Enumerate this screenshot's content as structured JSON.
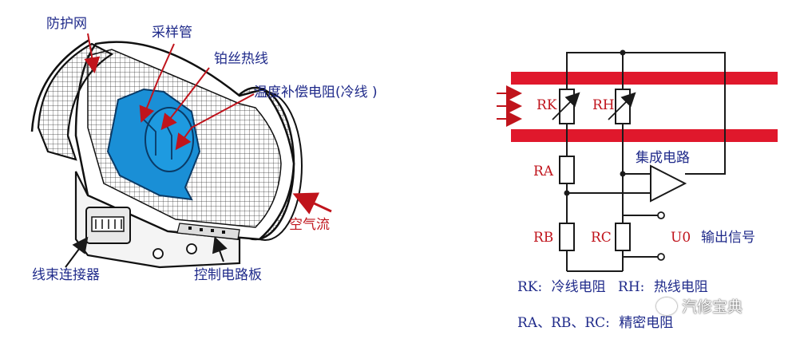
{
  "colors": {
    "label_blue": "#1f2a8a",
    "formula_red": "#c0141c",
    "pipe_red": "#e0182c",
    "sensor_blue": "#1a8fd6",
    "line_dark": "#1a1a1a"
  },
  "left": {
    "labels": {
      "protective_net": "防护网",
      "sampling_tube": "采样管",
      "platinum_wire": "铂丝热线",
      "temp_comp_resistor": "温度补偿电阻(冷线 )",
      "air_flow": "空气流",
      "harness_connector": "线束连接器",
      "control_board": "控制电路板"
    }
  },
  "right": {
    "labels": {
      "rk": "RK",
      "rh": "RH",
      "ra": "RA",
      "rb": "RB",
      "rc": "RC",
      "ic": "集成电路",
      "u0": "U0",
      "output": "输出信号"
    },
    "legend": {
      "line1_rk": "RK:",
      "line1_cold": "冷线电阻",
      "line1_rh": "RH:",
      "line1_hot": "热线电阻",
      "line2_resistors": "RA、RB、RC:",
      "line2_precision": "精密电阻"
    }
  },
  "watermark": {
    "text": "汽修宝典",
    "icon": "wechat-icon"
  }
}
